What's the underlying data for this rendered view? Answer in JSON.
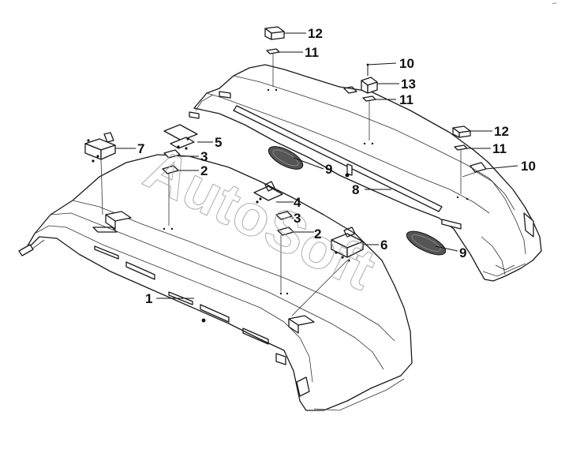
{
  "watermark": "AutoSoft",
  "corner_mark": "•••",
  "callouts": [
    {
      "id": "c12a",
      "label": "12"
    },
    {
      "id": "c11a",
      "label": "11"
    },
    {
      "id": "c10a",
      "label": "10"
    },
    {
      "id": "c13",
      "label": "13"
    },
    {
      "id": "c11b",
      "label": "11"
    },
    {
      "id": "c12b",
      "label": "12"
    },
    {
      "id": "c11c",
      "label": "11"
    },
    {
      "id": "c10b",
      "label": "10"
    },
    {
      "id": "c7",
      "label": "7"
    },
    {
      "id": "c5",
      "label": "5"
    },
    {
      "id": "c3a",
      "label": "3"
    },
    {
      "id": "c2a",
      "label": "2"
    },
    {
      "id": "c9a",
      "label": "9"
    },
    {
      "id": "c8",
      "label": "8"
    },
    {
      "id": "c4",
      "label": "4"
    },
    {
      "id": "c3b",
      "label": "3"
    },
    {
      "id": "c2b",
      "label": "2"
    },
    {
      "id": "c6",
      "label": "6"
    },
    {
      "id": "c9b",
      "label": "9"
    },
    {
      "id": "c1",
      "label": "1"
    }
  ]
}
